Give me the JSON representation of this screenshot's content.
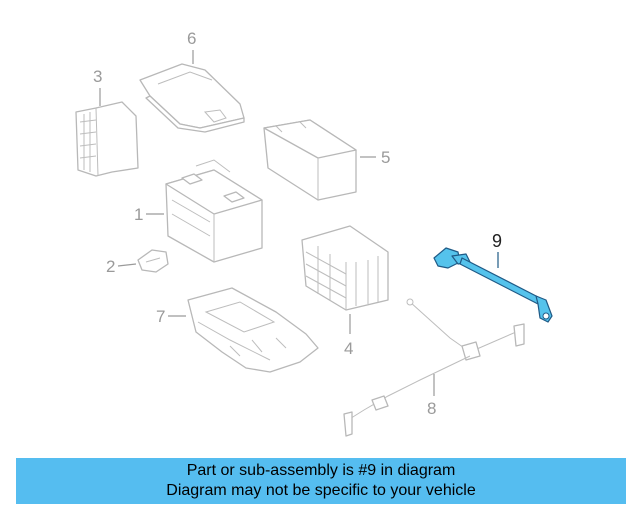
{
  "diagram": {
    "callouts": {
      "c1": "1",
      "c2": "2",
      "c3": "3",
      "c4": "4",
      "c5": "5",
      "c6": "6",
      "c7": "7",
      "c8": "8",
      "c9": "9"
    },
    "highlight_part": "9",
    "colors": {
      "highlight_fill": "#55c3ec",
      "highlight_stroke": "#1f5a86",
      "banner": "#55bdf0",
      "parts": "#b8b8b8"
    }
  },
  "banner": {
    "line1": "Part or sub-assembly is #9 in diagram",
    "line2": "Diagram may not be specific to your vehicle"
  }
}
